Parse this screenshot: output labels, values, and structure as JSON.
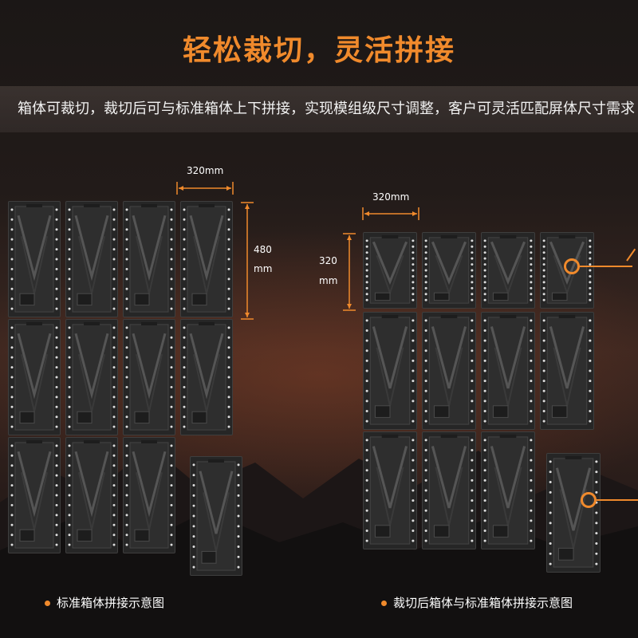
{
  "title": "轻松裁切，灵活拼接",
  "subtitle": "箱体可裁切，裁切后可与标准箱体上下拼接，实现模组级尺寸调整，客户可灵活匹配屏体尺寸需求",
  "left_diagram": {
    "width_label": "320mm",
    "height_label_top": "480",
    "height_label_bottom": "mm",
    "caption": "标准箱体拼接示意图"
  },
  "right_diagram": {
    "width_label": "320mm",
    "height_label_top": "320",
    "height_label_bottom": "mm",
    "caption": "裁切后箱体与标准箱体拼接示意图"
  },
  "colors": {
    "accent": "#f08a2c",
    "panel": "#262626",
    "text": "#ffffff"
  }
}
